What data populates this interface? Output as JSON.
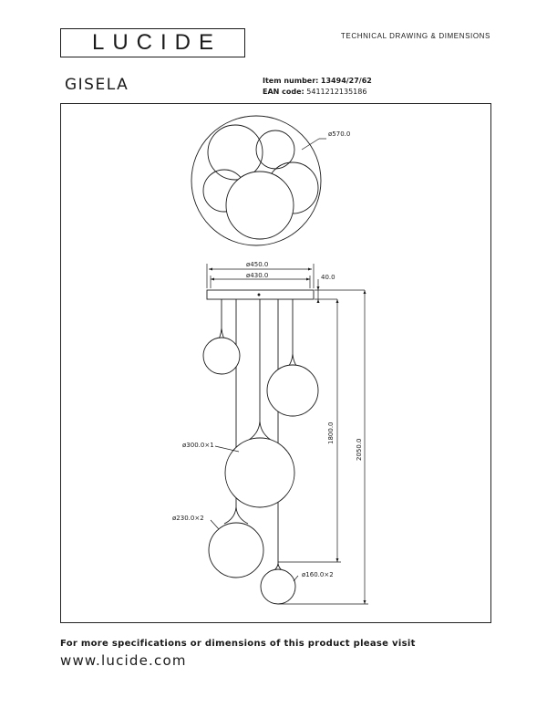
{
  "brand": {
    "logo_text": "LUCIDE"
  },
  "header": {
    "doc_type": "TECHNICAL DRAWING & DIMENSIONS"
  },
  "product": {
    "name": "GISELA",
    "item_number_label": "Item number:",
    "item_number": "13494/27/62",
    "ean_label": "EAN code:",
    "ean": "5411212135186"
  },
  "dimensions": {
    "canopy_top_diameter": "ø570.0",
    "canopy_outer": "ø450.0",
    "canopy_inner": "ø430.0",
    "canopy_height": "40.0",
    "drop_min": "1800.0",
    "drop_total": "2050.0",
    "globe_large": "ø300.0×1",
    "globe_medium": "ø230.0×2",
    "globe_small": "ø160.0×2"
  },
  "footer": {
    "note": "For more specifications or dimensions of this product please visit",
    "url": "www.lucide.com"
  }
}
